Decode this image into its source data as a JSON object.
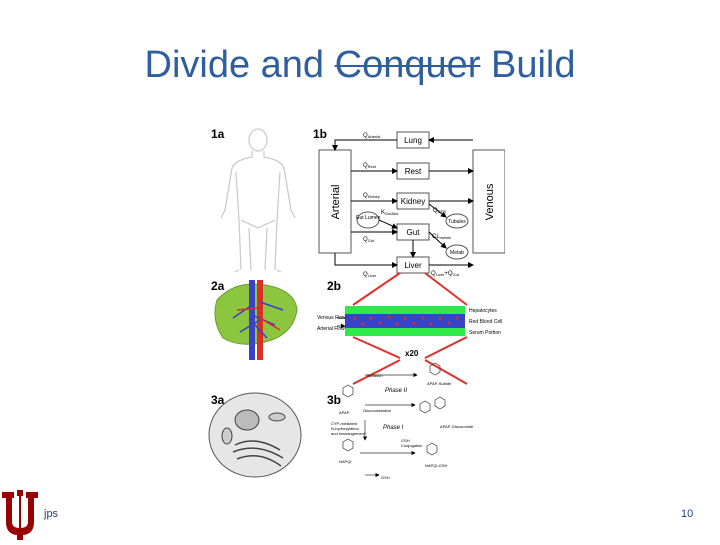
{
  "slide": {
    "title_pre": "Divide and",
    "title_struck": "Conquer",
    "title_post": "Build",
    "footer": "jps",
    "page_number": "10"
  },
  "panels": {
    "p1a": "1a",
    "p1b": "1b",
    "p2a": "2a",
    "p2b": "2b",
    "p3a": "3a",
    "p3b": "3b"
  },
  "pbpk": {
    "arterial": "Arterial",
    "venous": "Venous",
    "organs": [
      "Lung",
      "Rest",
      "Kidney",
      "Gut",
      "Liver"
    ],
    "gut_lumen": "Gut Lumen",
    "tubules": "Tubules",
    "metab": "Metab",
    "flows": {
      "q_arterial": "Q",
      "q_arterial_sub": "Arterial",
      "q_rest": "Q",
      "q_rest_sub": "Rest",
      "q_kidney": "Q",
      "q_kidney_sub": "Kidney",
      "q_gut": "Q",
      "q_gut_sub": "Gut",
      "q_gfr": "Q",
      "q_gfr_sub": "GFR",
      "k_gutabs": "K",
      "k_gutabs_sub": "GutAbs",
      "cl_metab": "CL",
      "cl_metab_sub": "metab",
      "q_liver": "Q",
      "q_liver_sub": "Liver",
      "q_liver_gut_plus": "+Q",
      "q_liver_gut_sub": "Gut"
    }
  },
  "sinusoid": {
    "venous_flow": "Venous Flow",
    "arterial_flow": "Arterial Flow",
    "hepatocytes": "Hepatocytes",
    "red_blood_cell": "Red Blood Cell",
    "serum_portion": "Serum Portion",
    "magnification": "x20"
  },
  "metabolism": {
    "phase2": "Phase II",
    "phase1": "Phase I",
    "sulfation": "Sulfation",
    "glucuronidation": "Glucuronidation",
    "apap_sulfate": "APAP-Sulfate",
    "apap_glucuronide": "APAP-Glucuronide",
    "apap": "APAP",
    "cyp": "CYP-mediated",
    "cyp2": "N-hydroxylation",
    "cyp3": "and rearrangement",
    "gsh_conj": "GSH",
    "gsh_conj2": "Conjugation",
    "napqi": "NAPQI",
    "napqi_gsh": "NAPQI-GSH",
    "gsh": "GSH"
  },
  "colors": {
    "title": "#2f5e9e",
    "arrow_red": "#e0302a",
    "hepatocyte_green": "#2fe84a",
    "blood_blue": "#3a42c8",
    "blood_red": "#d83028",
    "liver_green": "#8cc63f"
  }
}
